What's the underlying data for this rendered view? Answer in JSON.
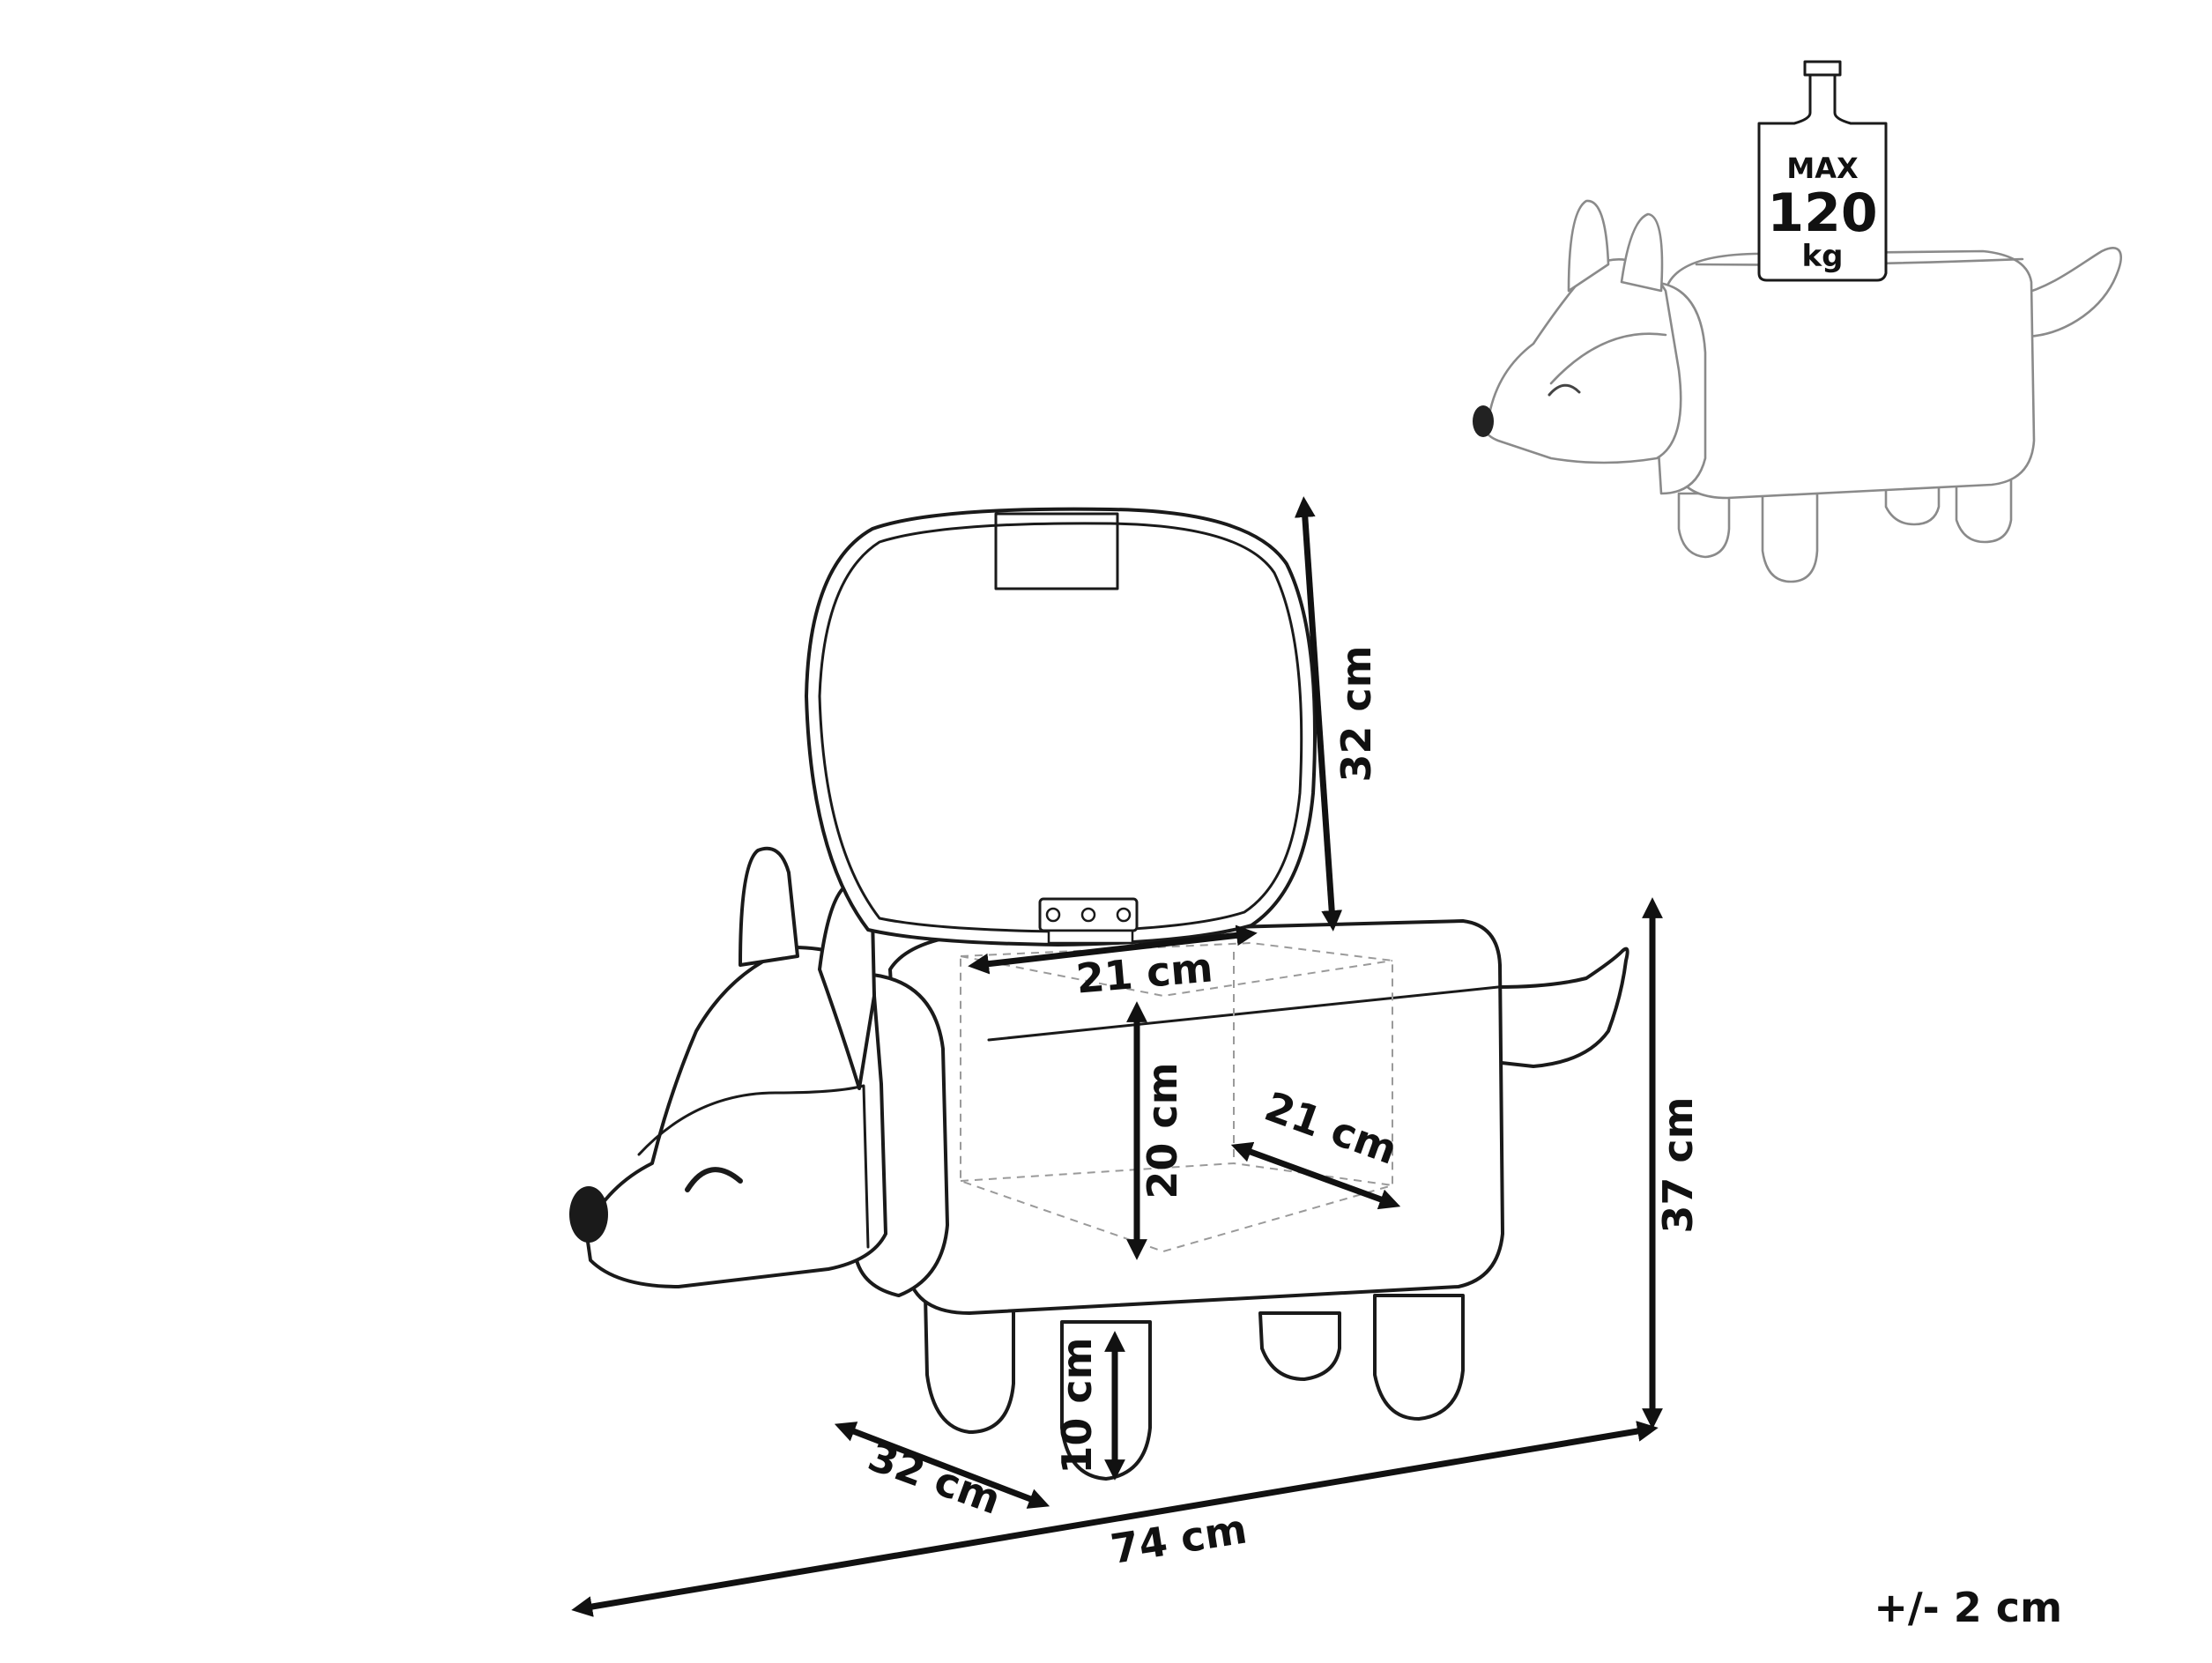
{
  "weight_badge": {
    "line1": "MAX",
    "line2": "120",
    "line3": "kg"
  },
  "dimensions": {
    "lid_height": "32 cm",
    "storage_width": "21 cm",
    "storage_height": "20 cm",
    "storage_depth": "21 cm",
    "total_height": "37 cm",
    "leg_height": "10 cm",
    "depth": "32 cm",
    "length": "74 cm"
  },
  "tolerance": "+/- 2 cm",
  "colors": {
    "line": "#1a1a1a",
    "ghost_line": "#8a8a8a",
    "background": "#ffffff"
  }
}
